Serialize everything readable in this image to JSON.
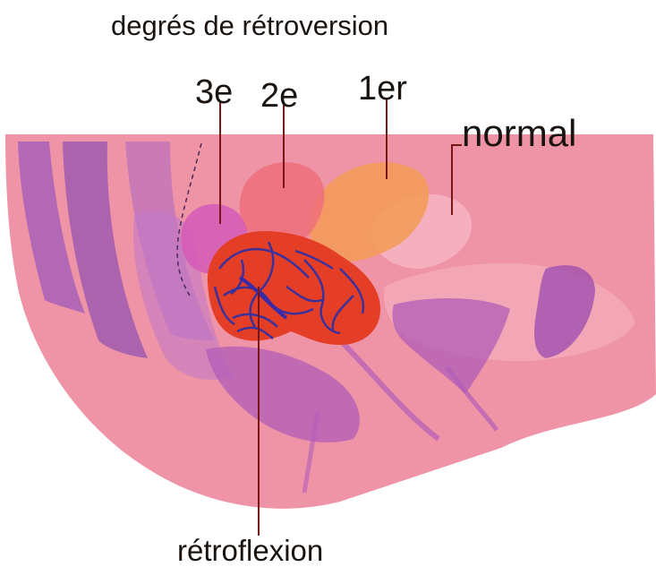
{
  "title": "degrés de rétroversion",
  "labels": {
    "third": "3e",
    "second": "2e",
    "first": "1er",
    "normal": "normal",
    "retroflexion": "rétroflexion"
  },
  "colors": {
    "tissue": "#ef93a6",
    "tissue_light": "#f6b9c4",
    "purple": "#9b58b0",
    "magenta": "#c955b5",
    "uterus_red": "#e53e27",
    "vessels": "#2a2fa8",
    "first_degree": "#f29b55",
    "second_degree": "#ef6f7a",
    "leader": "#7a1616"
  }
}
